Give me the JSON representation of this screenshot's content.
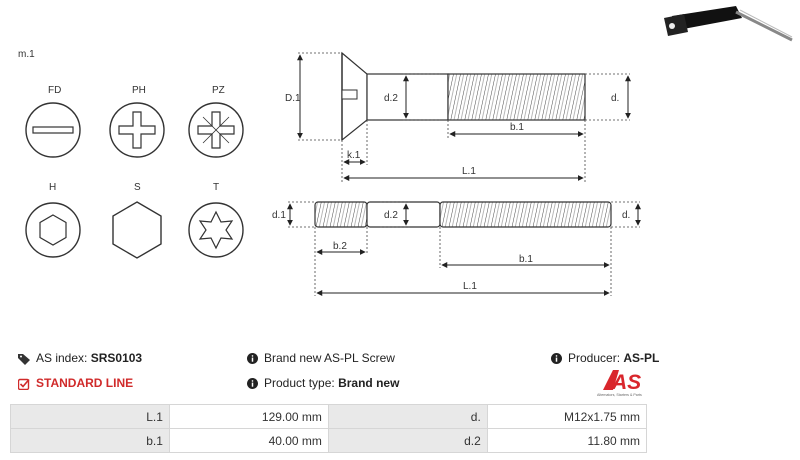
{
  "drawing": {
    "material_label": "m.1",
    "head_types": [
      {
        "code": "FD",
        "icon": "slotted-icon"
      },
      {
        "code": "PH",
        "icon": "phillips-icon"
      },
      {
        "code": "PZ",
        "icon": "pozidriv-icon"
      },
      {
        "code": "H",
        "icon": "hex-socket-icon"
      },
      {
        "code": "S",
        "icon": "hex-head-icon"
      },
      {
        "code": "T",
        "icon": "torx-icon"
      }
    ],
    "screw_dims": {
      "D1": "D.1",
      "d2": "d.2",
      "d": "d.",
      "b1": "b.1",
      "k1": "k.1",
      "L1": "L.1"
    },
    "stud_dims": {
      "d1": "d.1",
      "d2": "d.2",
      "d": "d.",
      "b2": "b.2",
      "b1": "b.1",
      "L1": "L.1"
    }
  },
  "info": {
    "as_index_label": "AS index:",
    "as_index_value": "SRS0103",
    "line_label": "STANDARD LINE",
    "description": "Brand new AS-PL Screw",
    "product_type_label": "Product type:",
    "product_type_value": "Brand new",
    "producer_label": "Producer:",
    "producer_value": "AS-PL"
  },
  "logo": {
    "mark": "AS",
    "tagline": "Alternators, Starters & Parts",
    "color": "#d9262c"
  },
  "specs": [
    {
      "k1": "L.1",
      "v1": "129.00 mm",
      "k2": "d.",
      "v2": "M12x1.75 mm"
    },
    {
      "k1": "b.1",
      "v1": "40.00 mm",
      "k2": "d.2",
      "v2": "11.80 mm"
    }
  ]
}
